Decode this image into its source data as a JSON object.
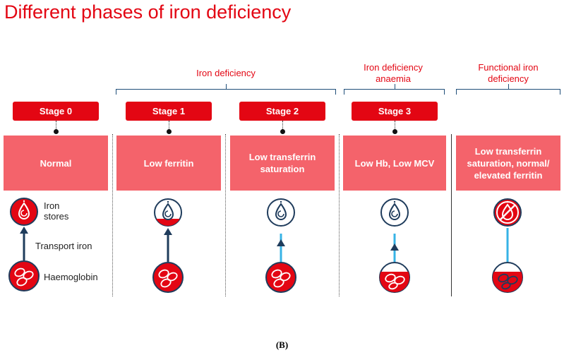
{
  "title": "Different phases of iron deficiency",
  "groups": [
    {
      "label": "Iron deficiency"
    },
    {
      "label": "Iron deficiency anaemia"
    },
    {
      "label": "Functional iron deficiency"
    }
  ],
  "stages": [
    {
      "label": "Stage 0",
      "description": "Normal",
      "stores": "full",
      "hb": "full",
      "link": "arrow"
    },
    {
      "label": "Stage 1",
      "description": "Low ferritin",
      "stores": "low",
      "hb": "full",
      "link": "arrow"
    },
    {
      "label": "Stage 2",
      "description": "Low transferrin saturation",
      "stores": "empty",
      "hb": "full",
      "link": "arrow-light"
    },
    {
      "label": "Stage 3",
      "description": "Low Hb, Low MCV",
      "stores": "empty",
      "hb": "low",
      "link": "arrow-light"
    },
    {
      "label": "",
      "description": "Low transferrin saturation, normal/ elevated ferritin",
      "stores": "blocked",
      "hb": "low",
      "link": "line-light"
    }
  ],
  "legend": {
    "iron_stores": "Iron stores",
    "transport_iron": "Transport iron",
    "haemoglobin": "Haemoglobin"
  },
  "footer": "(B)",
  "colors": {
    "red": "#e30613",
    "box": "#f4636b",
    "navy": "#1f3c5c",
    "light_blue": "#37b3e6"
  }
}
